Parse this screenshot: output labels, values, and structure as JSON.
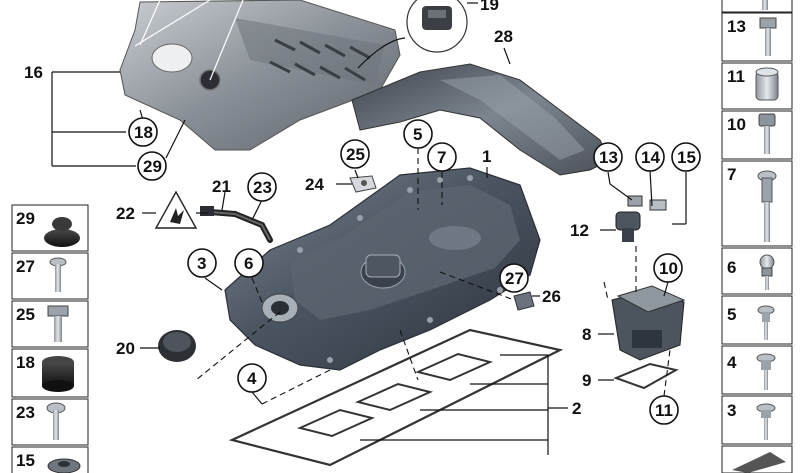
{
  "callouts": [
    "16",
    "18",
    "29",
    "19",
    "28",
    "25",
    "24",
    "5",
    "7",
    "1",
    "13",
    "14",
    "15",
    "12",
    "21",
    "23",
    "22",
    "3",
    "6",
    "20",
    "27",
    "26",
    "10",
    "8",
    "9",
    "11",
    "4",
    "2"
  ],
  "thumbs_left": [
    "29",
    "27",
    "25",
    "18",
    "23",
    "15"
  ],
  "thumbs_right": [
    "13",
    "11",
    "10",
    "7",
    "6",
    "5",
    "4",
    "3"
  ],
  "colors": {
    "metal_dark": "#3a4350",
    "metal_mid": "#6b7682",
    "metal_light": "#b9c0c8",
    "cover_gray": "#8d9399"
  }
}
